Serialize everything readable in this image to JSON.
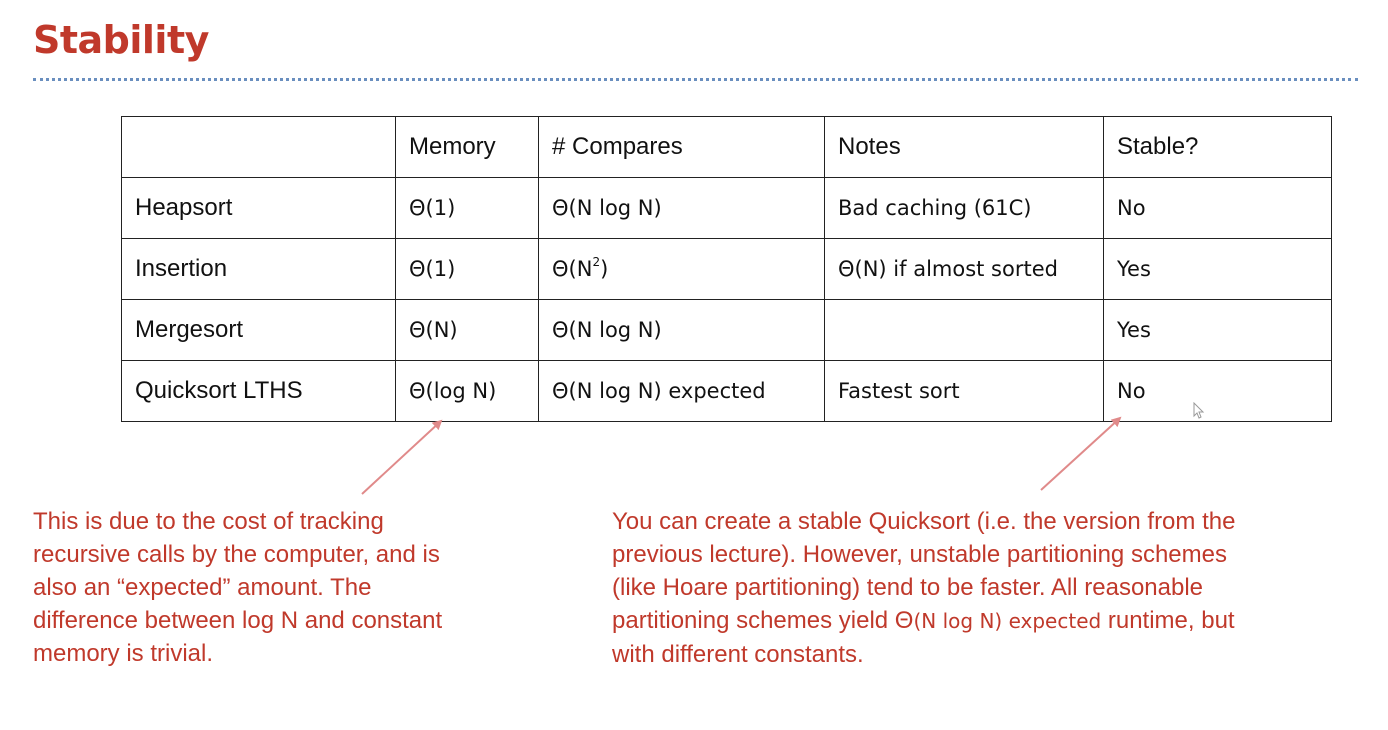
{
  "slide": {
    "title": "Stability"
  },
  "table": {
    "headers": [
      "",
      "Memory",
      "# Compares",
      "Notes",
      "Stable?"
    ],
    "rows": [
      {
        "name": "Heapsort",
        "memory": "Θ(1)",
        "compares": "Θ(N log N)",
        "notes": "Bad caching (61C)",
        "stable": "No"
      },
      {
        "name": "Insertion",
        "memory": "Θ(1)",
        "compares_base": "Θ(N",
        "compares_sup": "2",
        "compares_close": ")",
        "notes": "Θ(N) if almost sorted",
        "stable": "Yes"
      },
      {
        "name": "Mergesort",
        "memory": "Θ(N)",
        "compares": "Θ(N log N)",
        "notes": "",
        "stable": "Yes"
      },
      {
        "name": "Quicksort LTHS",
        "memory": "Θ(log N)",
        "compares": "Θ(N log N) expected",
        "notes": "Fastest sort",
        "stable": "No"
      }
    ]
  },
  "annotations": {
    "left": "This is due to the cost of tracking recursive calls by the computer, and is also an “expected” amount. The difference between log N and constant memory is trivial.",
    "right_part1": "You can create a stable Quicksort (i.e. the version from the previous lecture). However, unstable partitioning schemes (like Hoare partitioning) tend to be faster. All reasonable partitioning schemes yield Θ",
    "right_inline": "(N log N) expected",
    "right_part2": " runtime, but with different constants."
  },
  "colors": {
    "accent": "#c0392b",
    "rule": "#6a8fbf",
    "arrow": "#e08a8a",
    "table_border": "#222222"
  }
}
